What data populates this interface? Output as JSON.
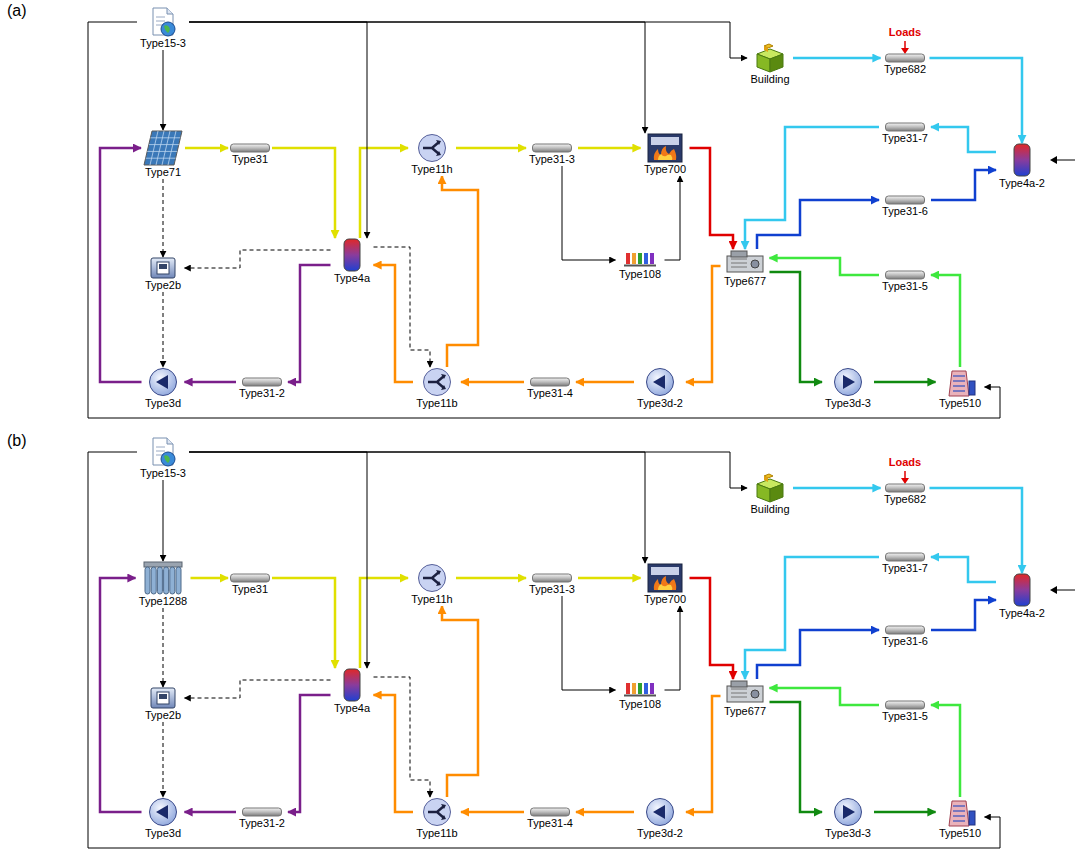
{
  "diagram": {
    "nodes": [
      {
        "text": [
          "Type15-3"
        ]
      },
      {
        "text": [
          "Building"
        ]
      },
      {
        "text": [
          "Type682"
        ]
      },
      {
        "text": [
          "Type71"
        ]
      },
      {
        "text": [
          "Type31"
        ]
      },
      {
        "text": [
          "Type11h"
        ]
      },
      {
        "text": [
          "Type31-3"
        ]
      },
      {
        "text": [
          "Type700"
        ]
      },
      {
        "text": [
          "Type31-7"
        ]
      },
      {
        "text": [
          "Type4a-2"
        ]
      },
      {
        "text": [
          "Type2b"
        ]
      },
      {
        "text": [
          "Type4a"
        ]
      },
      {
        "text": [
          "Type108"
        ]
      },
      {
        "text": [
          "Type677"
        ]
      },
      {
        "text": [
          "Type31-6"
        ]
      },
      {
        "text": [
          "Type31-5"
        ]
      },
      {
        "text": [
          "Type3d"
        ]
      },
      {
        "text": [
          "Type31-2"
        ]
      },
      {
        "text": [
          "Type11b"
        ]
      },
      {
        "text": [
          "Type31-4"
        ]
      },
      {
        "text": [
          "Type3d-2"
        ]
      },
      {
        "text": [
          "Type3d-3"
        ]
      },
      {
        "text": [
          "Type510"
        ]
      },
      {
        "text": [
          "Type15-3"
        ]
      },
      {
        "text": [
          "Building"
        ]
      },
      {
        "text": [
          "Type682"
        ]
      },
      {
        "text": [
          "Type1288"
        ]
      },
      {
        "text": [
          "Type31"
        ]
      },
      {
        "text": [
          "Type11h"
        ]
      },
      {
        "text": [
          "Type31-3"
        ]
      },
      {
        "text": [
          "Type700"
        ]
      },
      {
        "text": [
          "Type31-7"
        ]
      },
      {
        "text": [
          "Type4a-2"
        ]
      },
      {
        "text": [
          "Type2b"
        ]
      },
      {
        "text": [
          "Type4a"
        ]
      },
      {
        "text": [
          "Type108"
        ]
      },
      {
        "text": [
          "Type677"
        ]
      },
      {
        "text": [
          "Type31-6"
        ]
      },
      {
        "text": [
          "Type31-5"
        ]
      },
      {
        "text": [
          "Type3d"
        ]
      },
      {
        "text": [
          "Type31-2"
        ]
      },
      {
        "text": [
          "Type11b"
        ]
      },
      {
        "text": [
          "Type31-4"
        ]
      },
      {
        "text": [
          "Type3d-2"
        ]
      },
      {
        "text": [
          "Type3d-3"
        ]
      },
      {
        "text": [
          "Type510"
        ]
      }
    ],
    "edges": [
      {
        "from": 3,
        "to": 4,
        "arrow": "to"
      },
      {
        "from": 4,
        "to": 11,
        "arrow": "to"
      },
      {
        "from": 11,
        "to": 5,
        "arrow": "to"
      },
      {
        "from": 5,
        "to": 6,
        "arrow": "to"
      },
      {
        "from": 6,
        "to": 7,
        "arrow": "to"
      },
      {
        "from": 6,
        "to": 12,
        "arrow": "to"
      },
      {
        "from": 12,
        "to": 7,
        "arrow": "to"
      },
      {
        "from": 7,
        "to": 13,
        "arrow": "to"
      },
      {
        "from": 13,
        "to": 20,
        "arrow": "to"
      },
      {
        "from": 20,
        "to": 19,
        "arrow": "to"
      },
      {
        "from": 19,
        "to": 18,
        "arrow": "to"
      },
      {
        "from": 18,
        "to": 5,
        "arrow": "to"
      },
      {
        "from": 18,
        "to": 11,
        "arrow": "to"
      },
      {
        "from": 11,
        "to": 17,
        "arrow": "to"
      },
      {
        "from": 17,
        "to": 16,
        "arrow": "to"
      },
      {
        "from": 16,
        "to": 3,
        "arrow": "to"
      },
      {
        "from": 13,
        "to": 14,
        "arrow": "to"
      },
      {
        "from": 14,
        "to": 9,
        "arrow": "to"
      },
      {
        "from": 9,
        "to": 8,
        "arrow": "to"
      },
      {
        "from": 8,
        "to": 13,
        "arrow": "to"
      },
      {
        "from": 1,
        "to": 2,
        "arrow": "to"
      },
      {
        "from": 2,
        "to": 9,
        "arrow": "to"
      },
      {
        "from": 13,
        "to": 21,
        "arrow": "to"
      },
      {
        "from": 21,
        "to": 22,
        "arrow": "to"
      },
      {
        "from": 22,
        "to": 15,
        "arrow": "to"
      },
      {
        "from": 15,
        "to": 13,
        "arrow": "to"
      },
      {
        "from": 3,
        "to": 10,
        "arrow": "to"
      },
      {
        "from": 11,
        "to": 10,
        "arrow": "to"
      },
      {
        "from": 10,
        "to": 16,
        "arrow": "to"
      },
      {
        "from": 11,
        "to": 18,
        "arrow": "to"
      },
      {
        "from": 0,
        "to": 3,
        "arrow": "to"
      },
      {
        "from": 0,
        "to": 11,
        "arrow": "to"
      },
      {
        "from": 0,
        "to": 7,
        "arrow": "to"
      },
      {
        "from": 0,
        "to": 1,
        "arrow": "to"
      },
      {
        "from": 0,
        "to": 22,
        "arrow": "to"
      },
      {
        "from": 26,
        "to": 27,
        "arrow": "to"
      },
      {
        "from": 27,
        "to": 34,
        "arrow": "to"
      },
      {
        "from": 34,
        "to": 28,
        "arrow": "to"
      },
      {
        "from": 28,
        "to": 29,
        "arrow": "to"
      },
      {
        "from": 29,
        "to": 30,
        "arrow": "to"
      },
      {
        "from": 29,
        "to": 35,
        "arrow": "to"
      },
      {
        "from": 35,
        "to": 30,
        "arrow": "to"
      },
      {
        "from": 30,
        "to": 36,
        "arrow": "to"
      },
      {
        "from": 36,
        "to": 43,
        "arrow": "to"
      },
      {
        "from": 43,
        "to": 42,
        "arrow": "to"
      },
      {
        "from": 42,
        "to": 41,
        "arrow": "to"
      },
      {
        "from": 41,
        "to": 28,
        "arrow": "to"
      },
      {
        "from": 41,
        "to": 34,
        "arrow": "to"
      },
      {
        "from": 34,
        "to": 40,
        "arrow": "to"
      },
      {
        "from": 40,
        "to": 39,
        "arrow": "to"
      },
      {
        "from": 39,
        "to": 26,
        "arrow": "to"
      },
      {
        "from": 36,
        "to": 37,
        "arrow": "to"
      },
      {
        "from": 37,
        "to": 32,
        "arrow": "to"
      },
      {
        "from": 32,
        "to": 31,
        "arrow": "to"
      },
      {
        "from": 31,
        "to": 36,
        "arrow": "to"
      },
      {
        "from": 24,
        "to": 25,
        "arrow": "to"
      },
      {
        "from": 25,
        "to": 32,
        "arrow": "to"
      },
      {
        "from": 36,
        "to": 44,
        "arrow": "to"
      },
      {
        "from": 44,
        "to": 45,
        "arrow": "to"
      },
      {
        "from": 45,
        "to": 38,
        "arrow": "to"
      },
      {
        "from": 38,
        "to": 36,
        "arrow": "to"
      },
      {
        "from": 26,
        "to": 33,
        "arrow": "to"
      },
      {
        "from": 34,
        "to": 33,
        "arrow": "to"
      },
      {
        "from": 33,
        "to": 39,
        "arrow": "to"
      },
      {
        "from": 34,
        "to": 41,
        "arrow": "to"
      },
      {
        "from": 23,
        "to": 26,
        "arrow": "to"
      },
      {
        "from": 23,
        "to": 34,
        "arrow": "to"
      },
      {
        "from": 23,
        "to": 30,
        "arrow": "to"
      },
      {
        "from": 23,
        "to": 24,
        "arrow": "to"
      },
      {
        "from": 23,
        "to": 45,
        "arrow": "to"
      }
    ],
    "labels": [
      "(a)",
      "Loads",
      "(b)",
      "Loads"
    ]
  }
}
